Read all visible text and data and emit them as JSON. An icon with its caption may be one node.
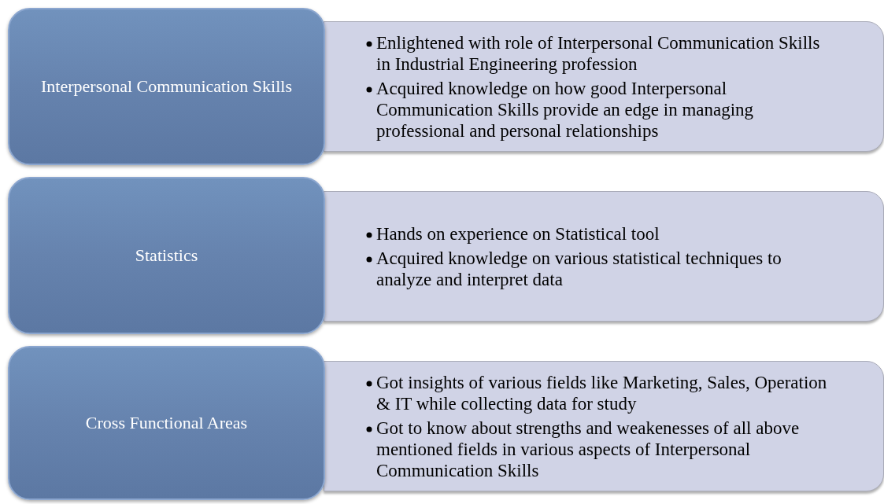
{
  "diagram": {
    "nodes": [
      {
        "text": [
          "Interpersonal Communication Skills"
        ]
      },
      {
        "text": [
          "Enlightened with role of Interpersonal Communication Skills  in Industrial Engineering profession",
          "Acquired knowledge on how good Interpersonal Communication Skills provide an edge in managing professional and personal relationships"
        ]
      },
      {
        "text": [
          "Statistics"
        ]
      },
      {
        "text": [
          "Hands on experience on Statistical tool",
          "Acquired knowledge on various statistical techniques to analyze and interpret data"
        ]
      },
      {
        "text": [
          "Cross Functional Areas"
        ]
      },
      {
        "text": [
          "Got insights of various fields like Marketing, Sales, Operation & IT while collecting data for study",
          "Got to know about strengths and weakenesses of all above mentioned fields in various aspects of Interpersonal Communication Skills"
        ]
      }
    ]
  }
}
